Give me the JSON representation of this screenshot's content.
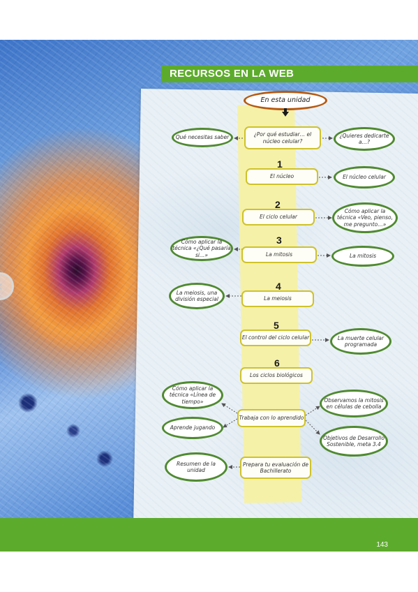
{
  "header": {
    "banner": "RECURSOS EN LA WEB"
  },
  "footer": {
    "page_number": "143"
  },
  "map": {
    "title": "En esta unidad",
    "why_study": "¿Por qué estudiar… el núcleo celular?",
    "what_you_need": "Qué necesitas saber",
    "want_to_dedicate": "¿Quieres dedicarte a…?",
    "sections": [
      {
        "number": "1",
        "label": "El núcleo",
        "side_right": "El núcleo celular"
      },
      {
        "number": "2",
        "label": "El ciclo celular",
        "side_right": "Cómo aplicar la técnica «Veo, pienso, me pregunto…»"
      },
      {
        "number": "3",
        "label": "La mitosis",
        "side_left": "Cómo aplicar la técnica «¿Qué pasaría si…»",
        "side_right": "La mitosis"
      },
      {
        "number": "4",
        "label": "La meiosis",
        "side_left": "La meiosis, una división especial"
      },
      {
        "number": "5",
        "label": "El control del ciclo celular",
        "side_right": "La muerte celular programada"
      },
      {
        "number": "6",
        "label": "Los ciclos biológicos"
      }
    ],
    "work": {
      "label": "Trabaja con lo aprendido",
      "left_top": "Cómo aplicar la técnica «Línea de tiempo»",
      "left_bottom": "Aprende jugando",
      "right_top": "Observamos la mitosis en células de cebolla",
      "right_bottom": "Objetivos de Desarrollo Sostenible, meta 3.4"
    },
    "exam": {
      "label": "Prepara tu evaluación de Bachillerato",
      "left": "Resumen de la unidad"
    }
  }
}
